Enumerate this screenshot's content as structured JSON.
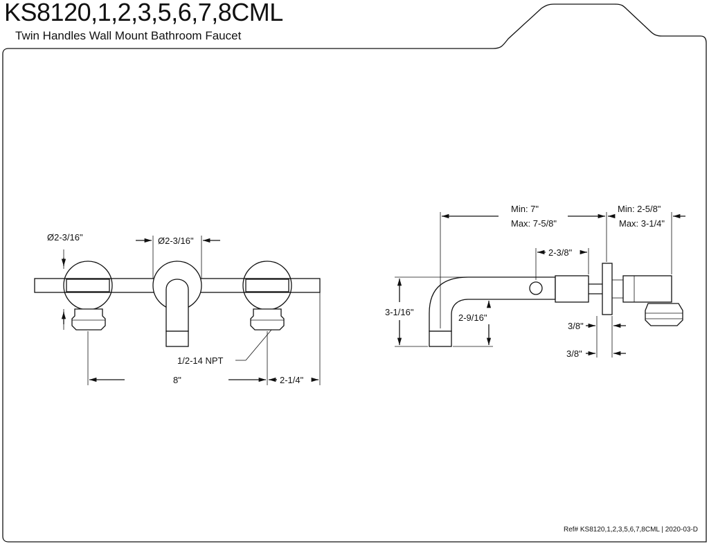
{
  "header": {
    "title": "KS8120,1,2,3,5,6,7,8CML",
    "subtitle": "Twin Handles Wall Mount Bathroom Faucet"
  },
  "front_view": {
    "handle_diameter_left": "Ø2-3/16\"",
    "handle_diameter_center": "Ø2-3/16\"",
    "thread_label": "1/2-14 NPT",
    "center_spacing": "8\"",
    "side_offset": "2-1/4\""
  },
  "side_view": {
    "spout_reach": {
      "min": "Min: 7\"",
      "max": "Max: 7-5/8\""
    },
    "valve_depth": {
      "min": "Min: 2-5/8\"",
      "max": "Max: 3-1/4\""
    },
    "flange_offset": "2-3/8\"",
    "spout_height": "3-1/16\"",
    "outlet_height": "2-9/16\"",
    "flange_thickness_upper": "3/8\"",
    "flange_thickness_lower": "3/8\""
  },
  "footer": {
    "ref": "Ref# KS8120,1,2,3,5,6,7,8CML | 2020-03-D"
  }
}
